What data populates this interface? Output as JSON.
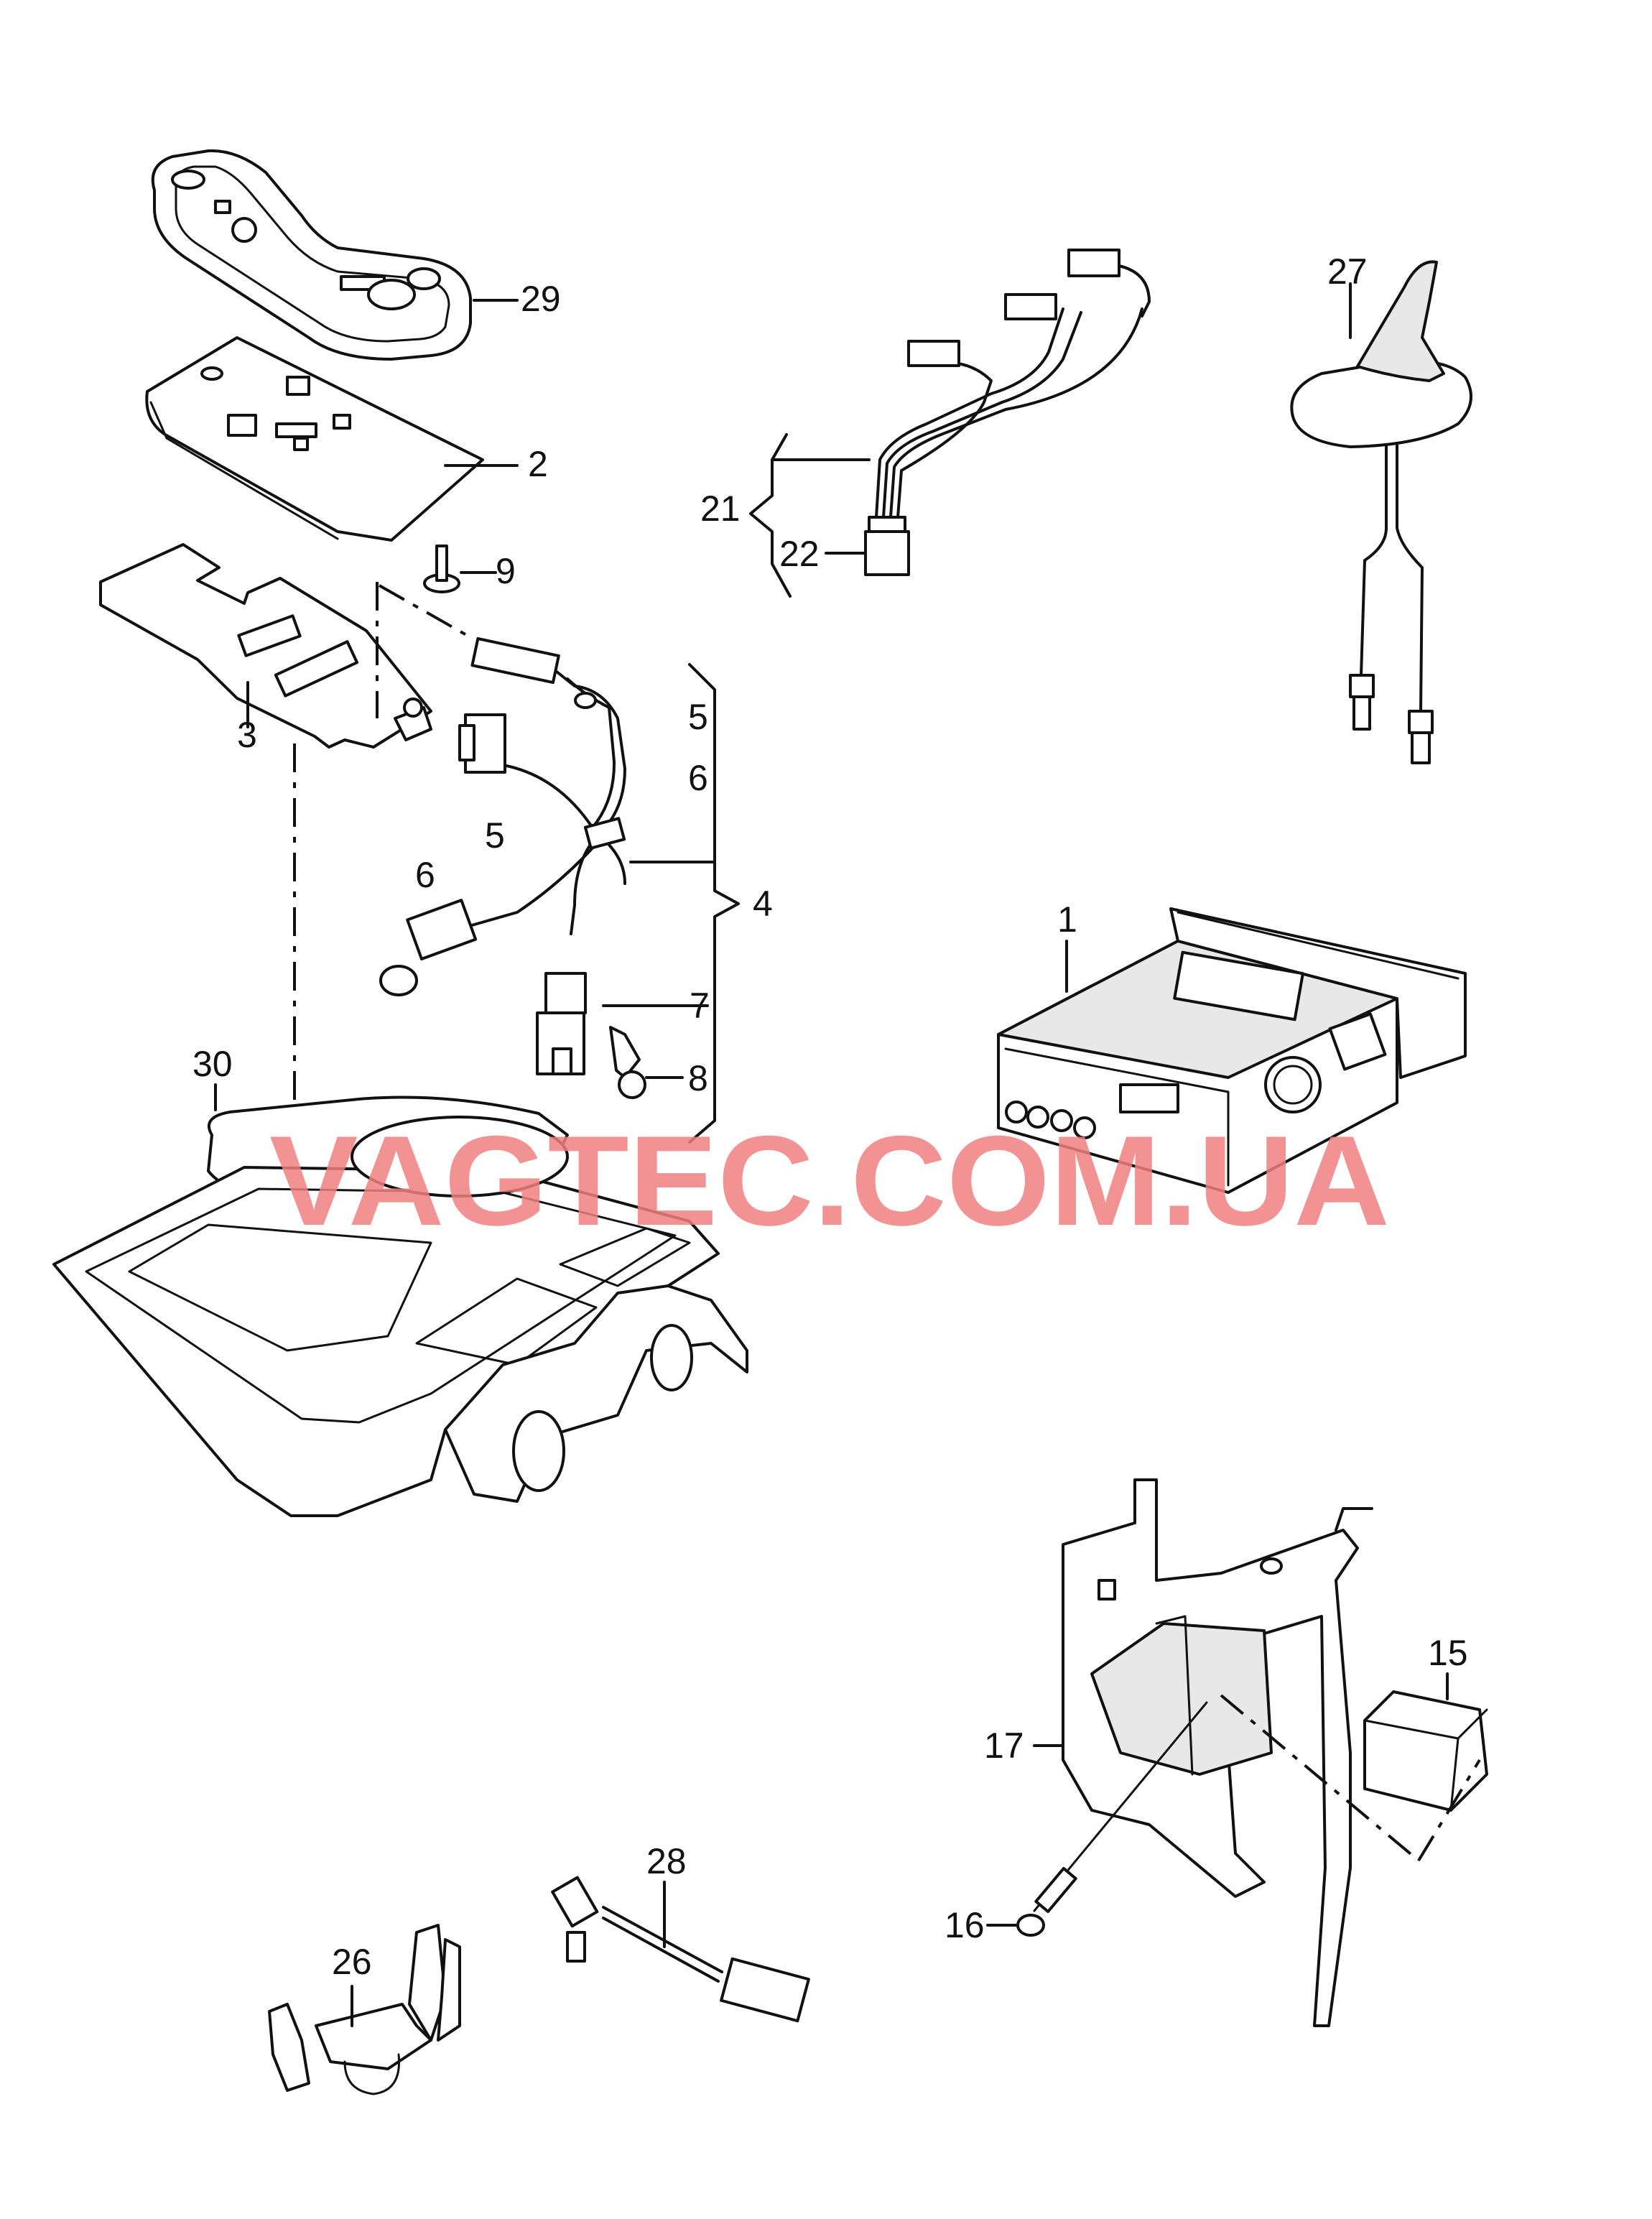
{
  "watermark": "VAGTEC.COM.UA",
  "colors": {
    "line": "#111111",
    "watermark": "#f08080",
    "background": "#ffffff"
  },
  "labels": {
    "p1": "1",
    "p2": "2",
    "p3": "3",
    "p4": "4",
    "p5a": "5",
    "p6a": "6",
    "p5b": "5",
    "p6b": "6",
    "p7": "7",
    "p8": "8",
    "p9": "9",
    "p15": "15",
    "p16": "16",
    "p17": "17",
    "p21": "21",
    "p22": "22",
    "p26": "26",
    "p27": "27",
    "p28": "28",
    "p29": "29",
    "p30": "30"
  }
}
